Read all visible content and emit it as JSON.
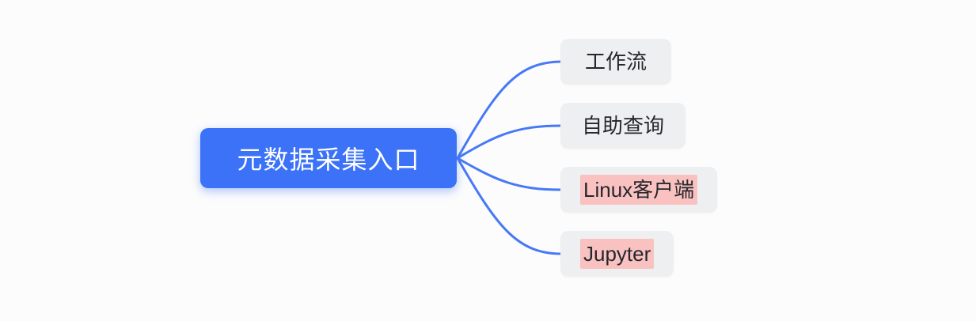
{
  "colors": {
    "background": "#FCFCFC",
    "root_bg": "#3B72F8",
    "root_text": "#FFFFFF",
    "child_bg": "#EEEFF1",
    "child_text": "#25272C",
    "highlight_bg": "#F9C2C0",
    "edge": "#4679F7"
  },
  "mindmap": {
    "root": {
      "label": "元数据采集入口"
    },
    "children": [
      {
        "label": "工作流",
        "highlighted": false
      },
      {
        "label": "自助查询",
        "highlighted": false
      },
      {
        "label": "Linux客户端",
        "highlighted": true
      },
      {
        "label": "Jupyter",
        "highlighted": true
      }
    ]
  }
}
